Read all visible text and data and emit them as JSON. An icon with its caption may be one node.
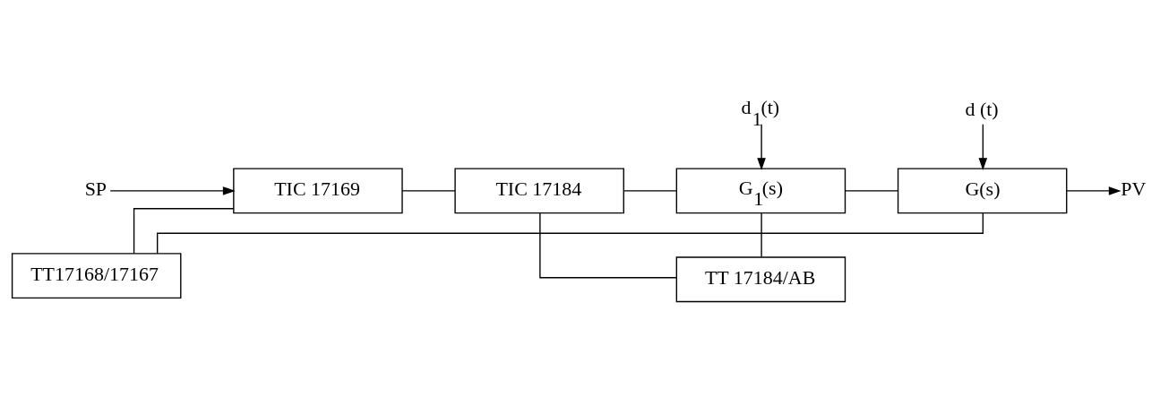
{
  "diagram": {
    "nodes": [
      {
        "text": [
          "SP"
        ]
      },
      {
        "text": [
          "TIC 17169"
        ]
      },
      {
        "text": [
          "TIC 17184"
        ]
      },
      {
        "text": [
          "d$_{1}$(t)"
        ]
      },
      {
        "text": [
          "G$_{1}$(s)"
        ]
      },
      {
        "text": [
          "d (t)"
        ]
      },
      {
        "text": [
          "G(s)"
        ]
      },
      {
        "text": [
          "PV"
        ]
      },
      {
        "text": [
          "TT 17184/AB"
        ]
      },
      {
        "text": [
          "TT17168/17167"
        ]
      }
    ],
    "edges": [
      {
        "from": 0,
        "to": 1,
        "arrow": "to"
      },
      {
        "from": 1,
        "to": 2,
        "arrow": "none"
      },
      {
        "from": 2,
        "to": 4,
        "arrow": "none"
      },
      {
        "from": 3,
        "to": 4,
        "arrow": "to"
      },
      {
        "from": 4,
        "to": 6,
        "arrow": "none"
      },
      {
        "from": 5,
        "to": 6,
        "arrow": "to"
      },
      {
        "from": 6,
        "to": 7,
        "arrow": "to"
      },
      {
        "from": 4,
        "to": 8,
        "arrow": "none"
      },
      {
        "from": 8,
        "to": 2,
        "arrow": "none"
      },
      {
        "from": 6,
        "to": 9,
        "arrow": "none"
      },
      {
        "from": 9,
        "to": 1,
        "arrow": "none"
      }
    ]
  }
}
